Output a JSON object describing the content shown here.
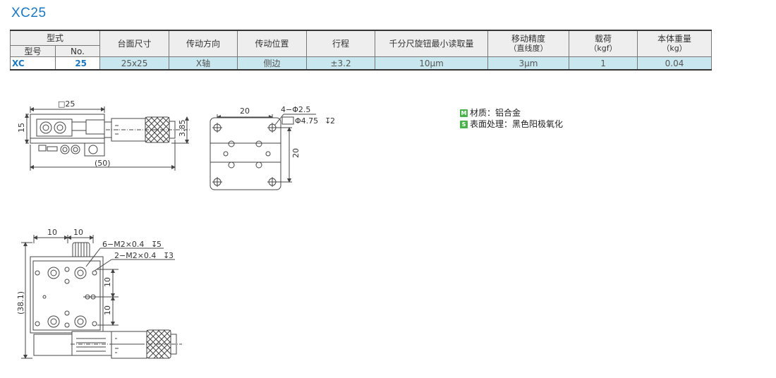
{
  "title": "XC25",
  "table": {
    "headers": {
      "type_group": "型式",
      "model": "型号",
      "no": "No.",
      "table_size": "台面尺寸",
      "drive_direction": "传动方向",
      "drive_position": "传动位置",
      "travel": "行程",
      "micrometer": "千分尺旋钮最小读取量",
      "accuracy": "移动精度",
      "accuracy_sub": "（直线度）",
      "load": "载荷",
      "load_unit": "（kgf）",
      "weight": "本体重量",
      "weight_unit": "（kg）"
    },
    "row": {
      "model": "XC",
      "no": "25",
      "table_size": "25x25",
      "drive_direction": "X轴",
      "drive_position": "侧边",
      "travel": "±3.2",
      "micrometer": "10μm",
      "accuracy": "3μm",
      "load": "1",
      "weight": "0.04"
    }
  },
  "notes": [
    {
      "icon": "M",
      "text": "材质：铝合金"
    },
    {
      "icon": "S",
      "text": "表面处理：黑色阳极氧化"
    }
  ],
  "drawing_labels": {
    "side_width": "□25",
    "side_height": "15",
    "side_offset": "3.85",
    "side_length": "(50)",
    "plan_width": "20",
    "plan_height": "20",
    "plan_holes": "4−Φ2.5",
    "plan_cbore": "Φ4.75",
    "plan_cbore_depth": "2",
    "top_d1": "10",
    "top_d2": "10",
    "top_v1": "10",
    "top_v2": "10",
    "top_total": "(38.1)",
    "tap_a": "6−M2×0.4",
    "tap_a_depth": "5",
    "tap_b": "2−M2×0.4",
    "tap_b_depth": "3"
  }
}
